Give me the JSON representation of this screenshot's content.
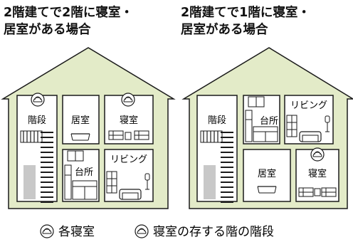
{
  "left": {
    "title_line1": "2階建てで2階に寝室・",
    "title_line2": "居室がある場合",
    "rooms": {
      "stairs": "階段",
      "living_room": "居室",
      "bedroom": "寝室",
      "kitchen": "台所",
      "lounge": "リビング"
    }
  },
  "right": {
    "title_line1": "2階建てで1階に寝室・",
    "title_line2": "居室がある場合",
    "rooms": {
      "stairs": "階段",
      "kitchen": "台所",
      "lounge": "リビング",
      "living_room": "居室",
      "bedroom": "寝室"
    }
  },
  "legend": {
    "item1": "各寝室",
    "item2": "寝室の存する階の階段"
  },
  "icons": [
    "smoke-detector-icon",
    "window-icon",
    "door-icon",
    "bed-icon",
    "sofa-icon",
    "refrigerator-icon",
    "counter-icon",
    "cabinet-icon",
    "lamp-icon",
    "desk-icon",
    "tv-icon"
  ],
  "colors": {
    "wall_fill": "#e3ebc8",
    "outline": "#1a1a1a",
    "stair_block": "#c8c8c8",
    "background": "#ffffff"
  }
}
